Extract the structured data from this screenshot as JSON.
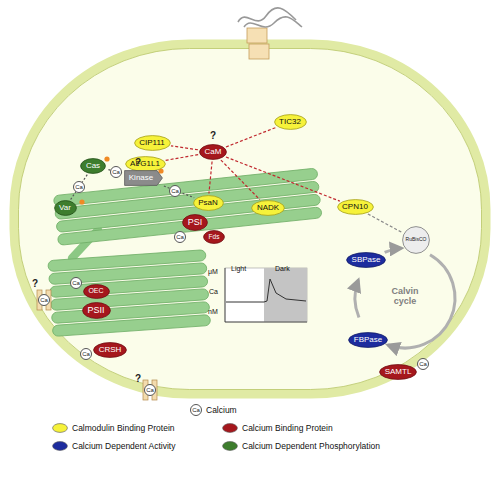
{
  "diagram": {
    "nodes": [
      {
        "text": [
          "TIC32"
        ]
      },
      {
        "text": [
          "CaM"
        ]
      },
      {
        "text": [
          "CIP111"
        ]
      },
      {
        "text": [
          "AFG1L1"
        ]
      },
      {
        "text": [
          "NADK"
        ]
      },
      {
        "text": [
          "CPN10"
        ]
      },
      {
        "text": [
          "RuBisCO"
        ]
      },
      {
        "text": [
          "SBPase"
        ]
      },
      {
        "text": [
          "FBPase"
        ]
      },
      {
        "text": [
          "Cas"
        ]
      },
      {
        "text": [
          "Kinase"
        ]
      },
      {
        "text": [
          "PsaN"
        ]
      },
      {
        "text": [
          "Var"
        ]
      },
      {
        "text": [
          "PSI"
        ]
      },
      {
        "text": [
          "Fds"
        ]
      },
      {
        "text": [
          "OEC"
        ]
      },
      {
        "text": [
          "PSII"
        ]
      },
      {
        "text": [
          "CRSH"
        ]
      },
      {
        "text": [
          "SAMTL"
        ]
      },
      {
        "text": [
          "μM",
          "nM",
          "Ca",
          "Light",
          "Dark"
        ]
      }
    ],
    "edges": [
      {
        "from": 1,
        "to": 0,
        "arrow": "none"
      },
      {
        "from": 1,
        "to": 2,
        "arrow": "none"
      },
      {
        "from": 1,
        "to": 3,
        "arrow": "none"
      },
      {
        "from": 1,
        "to": 4,
        "arrow": "none"
      },
      {
        "from": 1,
        "to": 5,
        "arrow": "none"
      },
      {
        "from": 1,
        "to": 11,
        "arrow": "none"
      },
      {
        "from": 5,
        "to": 6,
        "arrow": "none"
      },
      {
        "from": 10,
        "to": 9,
        "arrow": "none"
      },
      {
        "from": 9,
        "to": 12,
        "arrow": "none"
      },
      {
        "from": 10,
        "to": 11,
        "arrow": "none"
      }
    ],
    "labels": [
      "?",
      "?",
      "?",
      "?",
      "Calvin cycle",
      "Ca",
      "Ca",
      "Ca",
      "Ca",
      "Ca",
      "Ca",
      "Ca",
      "Ca",
      "Ca",
      "Ca"
    ],
    "legend": [
      {
        "text": "Calcium"
      },
      {
        "text": "Calmodulin Binding Protein",
        "color": "#f6f23a"
      },
      {
        "text": "Calcium Binding Protein",
        "color": "#a5171d"
      },
      {
        "text": "Calcium Dependent Activity",
        "color": "#1d2c9e"
      },
      {
        "text": "Calcium Dependent Phosphorylation",
        "color": "#3d7d2d"
      }
    ]
  }
}
